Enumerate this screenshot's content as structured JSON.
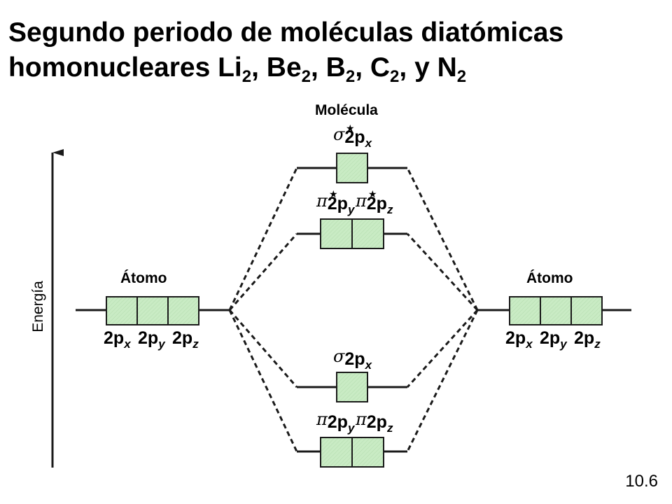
{
  "title_line1": "Segundo periodo  de moléculas diatómicas",
  "title_line2_parts": [
    "homonucleares Li",
    "2",
    ", Be",
    "2",
    ", B",
    "2",
    ", C",
    "2",
    ", y N",
    "2"
  ],
  "labels": {
    "molecule": "Molécula",
    "atom_left": "Átomo",
    "atom_right": "Átomo",
    "energy_axis": "Energía",
    "page_number": "10.6"
  },
  "atomic_orbitals": [
    "2p",
    "x",
    "2p",
    "y",
    "2p",
    "z"
  ],
  "molecular_orbitals": {
    "sigma_star": {
      "greek": "σ",
      "main": "2p",
      "sub": "x",
      "star": "★"
    },
    "pi_star": {
      "greek": "π",
      "main": "2p",
      "sub_y": "y",
      "sub_z": "z",
      "star": "★"
    },
    "sigma": {
      "greek": "σ",
      "main": "2p",
      "sub": "x"
    },
    "pi": {
      "greek": "π",
      "main": "2p",
      "sub_y": "y",
      "sub_z": "z"
    }
  },
  "colors": {
    "box_fill": "#c9ebc4",
    "box_stroke": "#1a1a1a",
    "line": "#1a1a1a"
  }
}
